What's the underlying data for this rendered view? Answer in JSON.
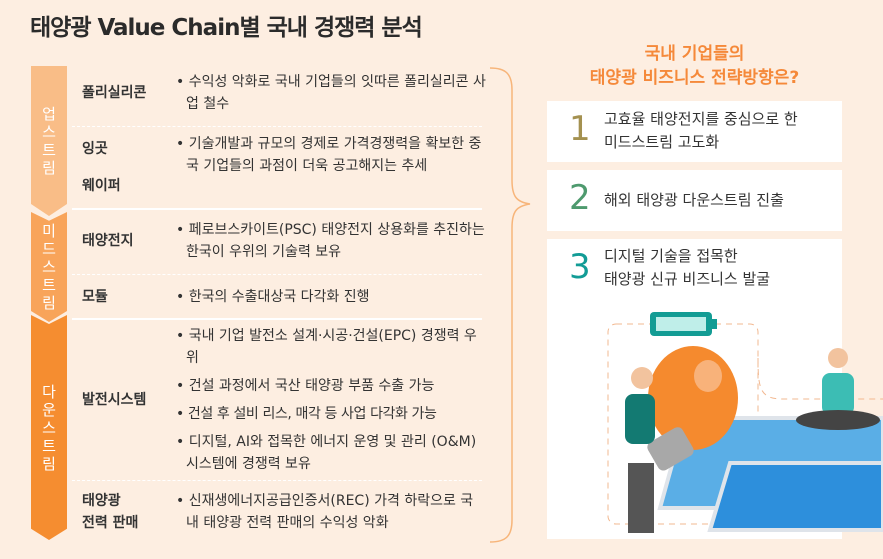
{
  "title": "태양광 Value Chain별 국내 경쟁력 분석",
  "stages": {
    "upstream": [
      "업",
      "스",
      "트",
      "림"
    ],
    "midstream": [
      "미",
      "드",
      "스",
      "트",
      "림"
    ],
    "downstream": [
      "다",
      "운",
      "스",
      "트",
      "림"
    ]
  },
  "rows": [
    {
      "category": [
        "폴리실리콘"
      ],
      "bullets": [
        "• 수익성 악화로 국내 기업들의 잇따른 폴리실리콘 사업 철수"
      ]
    },
    {
      "category": [
        "잉곳",
        "웨이퍼"
      ],
      "bullets": [
        "• 기술개발과 규모의 경제로 가격경쟁력을 확보한 중국 기업들의 과점이 더욱 공고해지는 추세"
      ]
    },
    {
      "category": [
        "태양전지"
      ],
      "bullets": [
        "• 페로브스카이트(PSC) 태양전지 상용화를 추진하는 한국이 우위의 기술력 보유"
      ]
    },
    {
      "category": [
        "모듈"
      ],
      "bullets": [
        "• 한국의 수출대상국 다각화 진행"
      ]
    },
    {
      "category": [
        "발전시스템"
      ],
      "bullets": [
        "• 국내 기업 발전소 설계·시공·건설(EPC) 경쟁력 우위",
        "• 건설 과정에서 국산 태양광 부품 수출 가능",
        "• 건설 후 설비 리스, 매각 등 사업 다각화 가능",
        "• 디지털, AI와 접목한 에너지 운영 및 관리 (O&M) 시스템에 경쟁력 보유"
      ]
    },
    {
      "category": [
        "태양광",
        "전력 판매"
      ],
      "bullets": [
        "• 신재생에너지공급인증서(REC) 가격 하락으로 국내 태양광 전력 판매의 수익성 악화"
      ]
    }
  ],
  "question": [
    "국내 기업들의",
    "태양광 비즈니스 전략방향은?"
  ],
  "strategies": [
    {
      "num": "1",
      "color": "#a49150",
      "lines": [
        "고효율 태양전지를 중심으로 한",
        "미드스트림 고도화"
      ]
    },
    {
      "num": "2",
      "color": "#4e9a6e",
      "lines": [
        "해외 태양광 다운스트림 진출"
      ]
    },
    {
      "num": "3",
      "color": "#129c96",
      "lines": [
        "디지털 기술을 접목한",
        "태양광 신규 비즈니스 발굴"
      ]
    }
  ]
}
